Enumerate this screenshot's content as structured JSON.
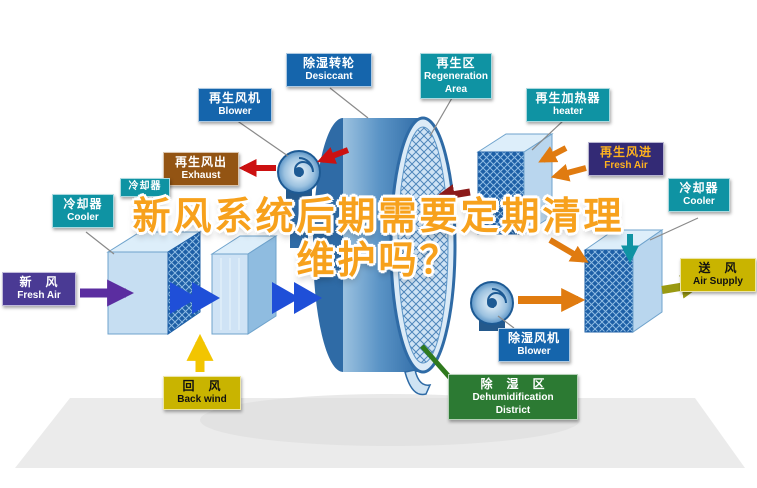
{
  "title": {
    "line1": "新风系统后期需要定期清理",
    "line2": "维护吗？"
  },
  "labels": {
    "desiccant": {
      "zh": "除湿转轮",
      "en": "Desiccant"
    },
    "regeneration_area": {
      "zh": "再生区",
      "en": "Regeneration Area"
    },
    "regen_blower": {
      "zh": "再生风机",
      "en": "Blower"
    },
    "regen_heater": {
      "zh": "再生加热器",
      "en": "heater"
    },
    "exhaust": {
      "zh": "再生风出",
      "en": "Exhaust"
    },
    "regen_fresh_air": {
      "zh": "再生风进",
      "en": "Fresh Air"
    },
    "cooler_left": {
      "zh": "冷却器",
      "en": "Cooler"
    },
    "cooler_small": {
      "zh": "冷却器",
      "en": ""
    },
    "cooler_right": {
      "zh": "冷却器",
      "en": "Cooler"
    },
    "fresh_air_in": {
      "zh": "新　风",
      "en": "Fresh Air"
    },
    "air_supply": {
      "zh": "送　风",
      "en": "Air Supply"
    },
    "back_wind": {
      "zh": "回　风",
      "en": "Back wind"
    },
    "dehumid_blower": {
      "zh": "除湿风机",
      "en": "Blower"
    },
    "dehumid_district": {
      "zh": "除　湿　区",
      "en_line1": "Dehumidification",
      "en_line2": "District"
    }
  },
  "colors": {
    "title_orange": "#f7a11c",
    "label_blue": "#1565ac",
    "label_teal": "#0f93a3",
    "label_brown": "#935413",
    "label_indigo": "#332a75",
    "label_purple": "#4a3a94",
    "label_yellow": "#c9b400",
    "label_green": "#2c7a33",
    "arrow_red": "#cc1111",
    "arrow_dark_red": "#8b1a1a",
    "arrow_orange": "#e07b10",
    "arrow_blue": "#1f4fd8",
    "arrow_purple": "#5b2da0",
    "arrow_yellow": "#f2c500",
    "arrow_olive": "#9a9a12",
    "arrow_teal": "#0f93a3",
    "arrow_green": "#2f7a1e"
  }
}
